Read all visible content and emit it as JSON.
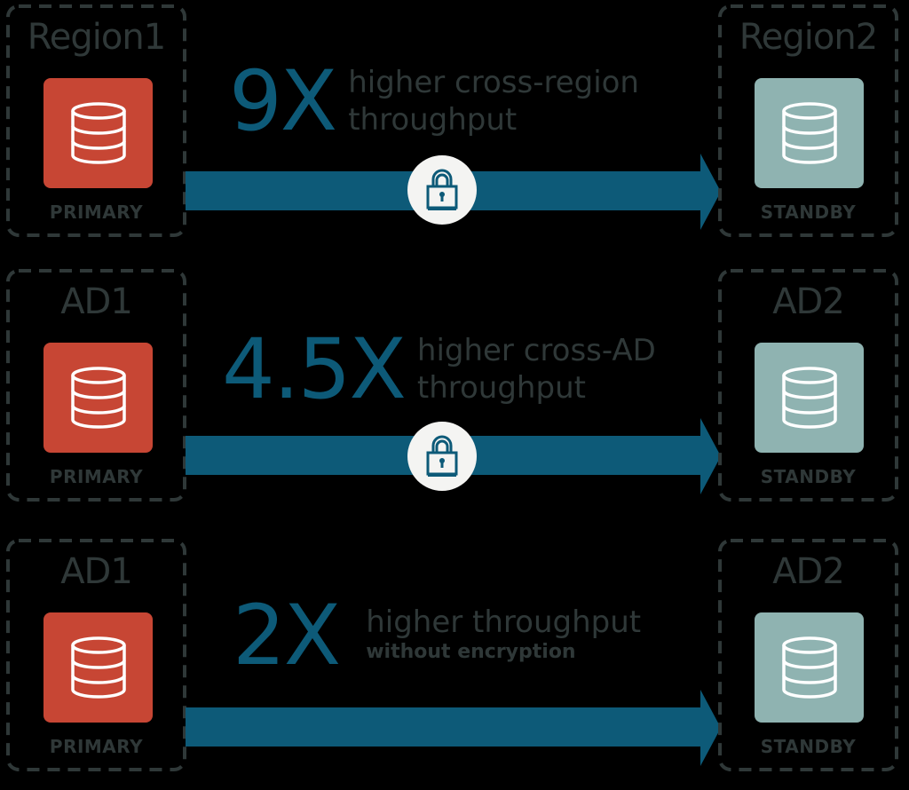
{
  "colors": {
    "accent_blue": "#0d5a78",
    "primary_red": "#c74634",
    "standby_teal": "#8fb3b1",
    "text_dark": "#2f3838",
    "background": "#000000",
    "lock_circle": "#f4f4f2"
  },
  "rows": [
    {
      "source": {
        "title": "Region1",
        "role": "PRIMARY",
        "icon": "database-icon"
      },
      "target": {
        "title": "Region2",
        "role": "STANDBY",
        "icon": "database-icon"
      },
      "metric": {
        "value": "9X",
        "line1": "higher cross-region",
        "line2": "throughput"
      },
      "encrypted": true,
      "lock_icon": "padlock-icon"
    },
    {
      "source": {
        "title": "AD1",
        "role": "PRIMARY",
        "icon": "database-icon"
      },
      "target": {
        "title": "AD2",
        "role": "STANDBY",
        "icon": "database-icon"
      },
      "metric": {
        "value": "4.5X",
        "line1": "higher cross-AD",
        "line2": "throughput"
      },
      "encrypted": true,
      "lock_icon": "padlock-icon"
    },
    {
      "source": {
        "title": "AD1",
        "role": "PRIMARY",
        "icon": "database-icon"
      },
      "target": {
        "title": "AD2",
        "role": "STANDBY",
        "icon": "database-icon"
      },
      "metric": {
        "value": "2X",
        "line1": "higher throughput",
        "line2": "without encryption"
      },
      "encrypted": false
    }
  ]
}
